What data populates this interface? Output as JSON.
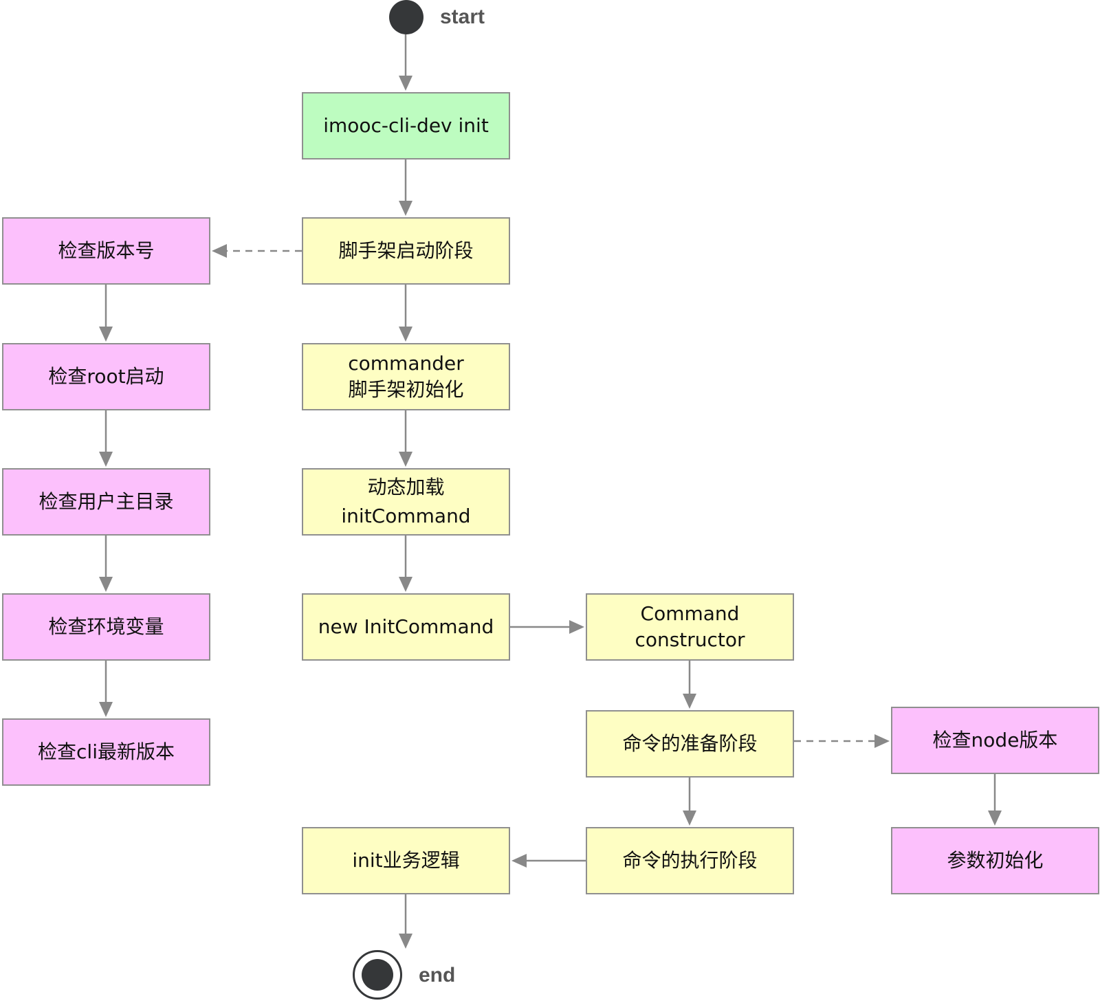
{
  "start": {
    "label": "start"
  },
  "end": {
    "label": "end"
  },
  "colors": {
    "green": "#bdfcc0",
    "yellow": "#fefec3",
    "pink": "#fcc0fc",
    "edge": "#888888",
    "terminal": "#353739"
  },
  "nodes": {
    "cli_init": {
      "lines": [
        "imooc-cli-dev init"
      ]
    },
    "scaffold_start": {
      "lines": [
        "脚手架启动阶段"
      ]
    },
    "commander_init": {
      "lines": [
        "commander",
        "脚手架初始化"
      ]
    },
    "dynamic_load": {
      "lines": [
        "动态加载",
        "initCommand"
      ]
    },
    "new_init_command": {
      "lines": [
        "new InitCommand"
      ]
    },
    "command_constructor": {
      "lines": [
        "Command",
        "constructor"
      ]
    },
    "prepare_phase": {
      "lines": [
        "命令的准备阶段"
      ]
    },
    "exec_phase": {
      "lines": [
        "命令的执行阶段"
      ]
    },
    "init_logic": {
      "lines": [
        "init业务逻辑"
      ]
    },
    "check_version": {
      "lines": [
        "检查版本号"
      ]
    },
    "check_root": {
      "lines": [
        "检查root启动"
      ]
    },
    "check_home": {
      "lines": [
        "检查用户主目录"
      ]
    },
    "check_env": {
      "lines": [
        "检查环境变量"
      ]
    },
    "check_cli_latest": {
      "lines": [
        "检查cli最新版本"
      ]
    },
    "check_node": {
      "lines": [
        "检查node版本"
      ]
    },
    "init_args": {
      "lines": [
        "参数初始化"
      ]
    }
  }
}
